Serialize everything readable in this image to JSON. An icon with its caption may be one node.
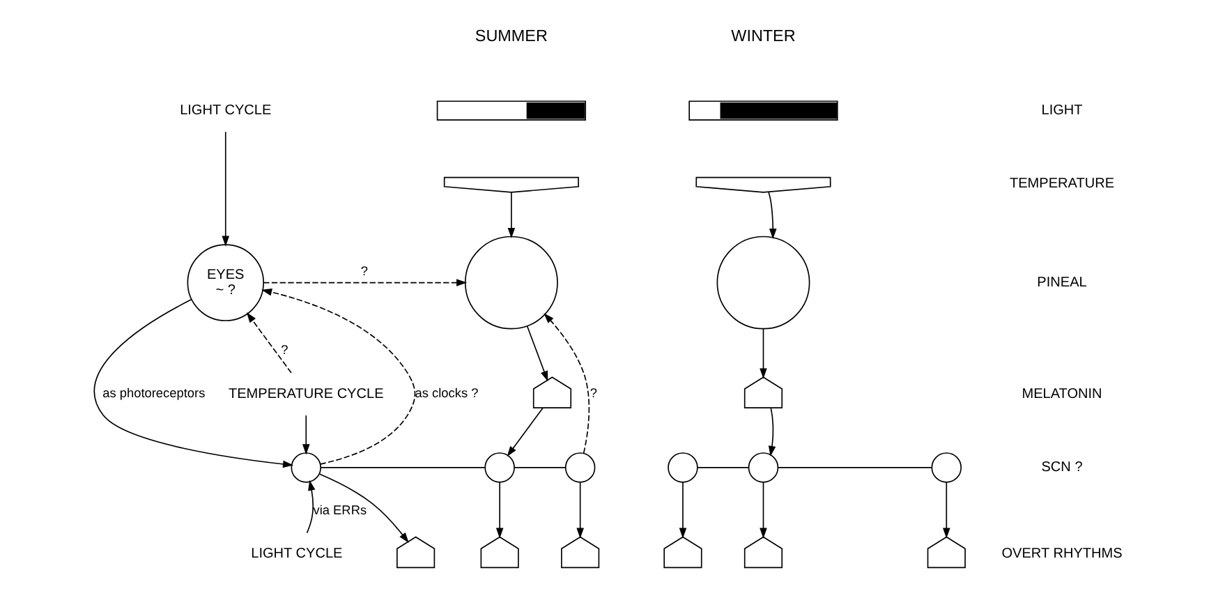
{
  "diagram": {
    "nodes": [
      {
        "text": [
          "LIGHT CYCLE"
        ]
      },
      {
        "text": [
          "EYES",
          "~ ?"
        ]
      },
      {
        "text": [
          "TEMPERATURE CYCLE"
        ]
      },
      {
        "text": [
          "LIGHT CYCLE"
        ]
      },
      {
        "text": [],
        "shape": "bar"
      },
      {
        "text": [],
        "shape": "picture"
      },
      {
        "text": [],
        "shape": "circle"
      },
      {
        "text": [],
        "shape": "picture"
      },
      {
        "text": [],
        "shape": "circle"
      },
      {
        "text": [],
        "shape": "circle"
      },
      {
        "text": [],
        "shape": "circle"
      },
      {
        "text": [],
        "shape": "picture"
      },
      {
        "text": [],
        "shape": "picture"
      },
      {
        "text": [],
        "shape": "picture"
      },
      {
        "text": [],
        "shape": "bar"
      },
      {
        "text": [],
        "shape": "picture"
      },
      {
        "text": [],
        "shape": "circle"
      },
      {
        "text": [],
        "shape": "picture"
      },
      {
        "text": [],
        "shape": "circle"
      },
      {
        "text": [],
        "shape": "circle"
      },
      {
        "text": [],
        "shape": "circle"
      },
      {
        "text": [],
        "shape": "picture"
      },
      {
        "text": [],
        "shape": "picture"
      },
      {
        "text": [],
        "shape": "picture"
      }
    ],
    "edges": [
      {
        "from": 0,
        "to": 1,
        "arrow": "to"
      },
      {
        "from": 2,
        "to": 1,
        "arrow": "to",
        "label": "?",
        "style": "dashed"
      },
      {
        "from": 1,
        "to": 6,
        "arrow": "to",
        "label": "?",
        "style": "dashed"
      },
      {
        "from": 1,
        "to": 8,
        "arrow": "to",
        "label": "as photoreceptors"
      },
      {
        "from": 8,
        "to": 1,
        "arrow": "to",
        "label": "as clocks ?",
        "style": "dashed"
      },
      {
        "from": 2,
        "to": 8,
        "arrow": "to"
      },
      {
        "from": 3,
        "to": 8,
        "arrow": "to",
        "label": "via ERRs"
      },
      {
        "from": 5,
        "to": 6,
        "arrow": "to"
      },
      {
        "from": 6,
        "to": 7,
        "arrow": "to"
      },
      {
        "from": 7,
        "to": 9,
        "arrow": "to"
      },
      {
        "from": 10,
        "to": 6,
        "arrow": "to",
        "label": "?",
        "style": "dashed"
      },
      {
        "from": 8,
        "to": 9,
        "arrow": "none"
      },
      {
        "from": 9,
        "to": 10,
        "arrow": "none"
      },
      {
        "from": 8,
        "to": 11,
        "arrow": "to"
      },
      {
        "from": 9,
        "to": 12,
        "arrow": "to"
      },
      {
        "from": 10,
        "to": 13,
        "arrow": "to"
      },
      {
        "from": 15,
        "to": 16,
        "arrow": "to"
      },
      {
        "from": 16,
        "to": 17,
        "arrow": "to"
      },
      {
        "from": 17,
        "to": 19,
        "arrow": "to"
      },
      {
        "from": 18,
        "to": 19,
        "arrow": "none"
      },
      {
        "from": 19,
        "to": 20,
        "arrow": "none"
      },
      {
        "from": 18,
        "to": 21,
        "arrow": "to"
      },
      {
        "from": 19,
        "to": 22,
        "arrow": "to"
      },
      {
        "from": 20,
        "to": 23,
        "arrow": "to"
      }
    ],
    "labels": [
      "SUMMER",
      "WINTER",
      "LIGHT",
      "TEMPERATURE",
      "PINEAL",
      "MELATONIN",
      "SCN ?",
      "OVERT RHYTHMS"
    ]
  }
}
